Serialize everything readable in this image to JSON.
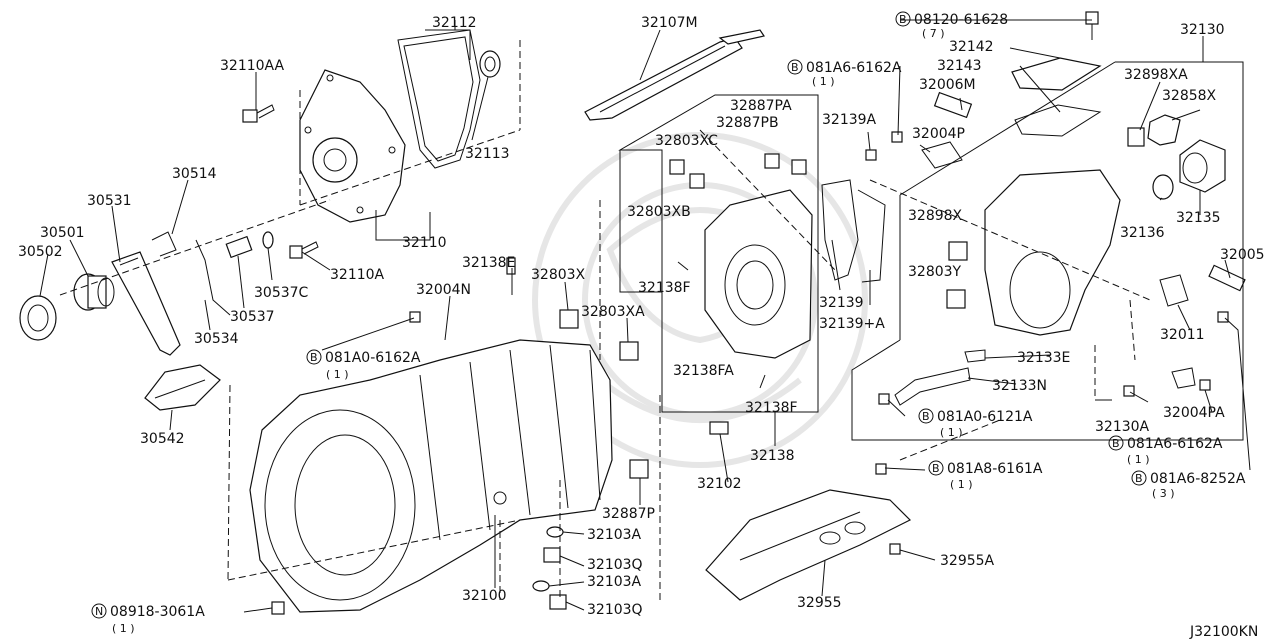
{
  "title_code": "J32100KN",
  "labels": {
    "p32112": "32112",
    "p32107M": "32107M",
    "p32130": "32130",
    "p32110AA": "32110AA",
    "p32113": "32113",
    "p32110": "32110",
    "p32110A": "32110A",
    "p30514": "30514",
    "p30531": "30531",
    "p30501": "30501",
    "p30502": "30502",
    "p30537C": "30537C",
    "p30537": "30537",
    "p30534": "30534",
    "p30542": "30542",
    "p32138E": "32138E",
    "p32803X": "32803X",
    "p32004N": "32004N",
    "p32803XA": "32803XA",
    "p32887PA": "32887PA",
    "p32887PB": "32887PB",
    "p32803XC": "32803XC",
    "p32803XB": "32803XB",
    "p32138F": "32138F",
    "p32138FA": "32138FA",
    "p32138F2": "32138F",
    "p32138": "32138",
    "p32102": "32102",
    "p32887P": "32887P",
    "p32103A": "32103A",
    "p32103Q": "32103Q",
    "p32103A2": "32103A",
    "p32103Q2": "32103Q",
    "p32100": "32100",
    "p32139A": "32139A",
    "p32139": "32139",
    "p32139pA": "32139+A",
    "p32006M": "32006M",
    "p32004P": "32004P",
    "p32142": "32142",
    "p32143": "32143",
    "p32898XA": "32898XA",
    "p32858X": "32858X",
    "p32898X": "32898X",
    "p32803Y": "32803Y",
    "p32135": "32135",
    "p32136": "32136",
    "p32005": "32005",
    "p32011": "32011",
    "p32133E": "32133E",
    "p32133N": "32133N",
    "p32130A": "32130A",
    "p32004PA": "32004PA",
    "p32955": "32955",
    "p32955A": "32955A"
  },
  "bolts": {
    "b1": {
      "symbol": "B",
      "code": "08120-61628",
      "qty": "( 7 )"
    },
    "b2": {
      "symbol": "B",
      "code": "081A6-6162A",
      "qty": "( 1 )"
    },
    "b3": {
      "symbol": "B",
      "code": "081A0-6162A",
      "qty": "( 1 )"
    },
    "b4": {
      "symbol": "B",
      "code": "081A0-6121A",
      "qty": "( 1 )"
    },
    "b5": {
      "symbol": "B",
      "code": "081A6-6162A",
      "qty": "( 1 )"
    },
    "b6": {
      "symbol": "B",
      "code": "081A8-6161A",
      "qty": "( 1 )"
    },
    "b7": {
      "symbol": "B",
      "code": "081A6-8252A",
      "qty": "( 3 )"
    },
    "n1": {
      "symbol": "N",
      "code": "08918-3061A",
      "qty": "( 1 )"
    }
  }
}
